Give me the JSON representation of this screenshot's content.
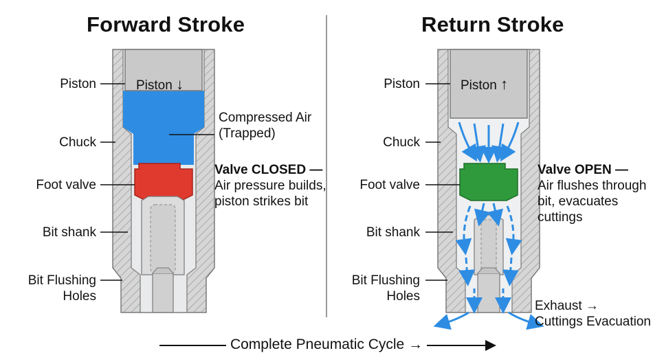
{
  "forward": {
    "title": "Forward Stroke",
    "labels": {
      "piston": "Piston",
      "chuck": "Chuck",
      "foot_valve": "Foot valve",
      "bit_shank": "Bit shank",
      "bit_flushing_1": "Bit Flushing",
      "bit_flushing_2": "Holes"
    },
    "piston_inner": "Piston",
    "piston_arrow": "↓",
    "compressed_air_1": "Compressed Air",
    "compressed_air_2": "(Trapped)",
    "valve_title": "Valve CLOSED —",
    "valve_desc_1": "Air pressure builds,",
    "valve_desc_2": "piston strikes bit",
    "colors": {
      "air": "#2e8de3",
      "valve": "#e03a2f"
    }
  },
  "return": {
    "title": "Return Stroke",
    "labels": {
      "piston": "Piston",
      "chuck": "Chuck",
      "foot_valve": "Foot valve",
      "bit_shank": "Bit shank",
      "bit_flushing_1": "Bit Flushing",
      "bit_flushing_2": "Holes"
    },
    "piston_inner": "Piston",
    "piston_arrow": "↑",
    "valve_title": "Valve OPEN —",
    "valve_desc_1": "Air flushes through",
    "valve_desc_2": "bit, evacuates",
    "valve_desc_3": "cuttings",
    "exhaust_1": "Exhaust →",
    "exhaust_2": "Cuttings Evacuation",
    "colors": {
      "flow": "#2e8de3",
      "valve": "#2f9a3c"
    }
  },
  "footer": {
    "cycle_label": "Complete Pneumatic Cycle →"
  }
}
